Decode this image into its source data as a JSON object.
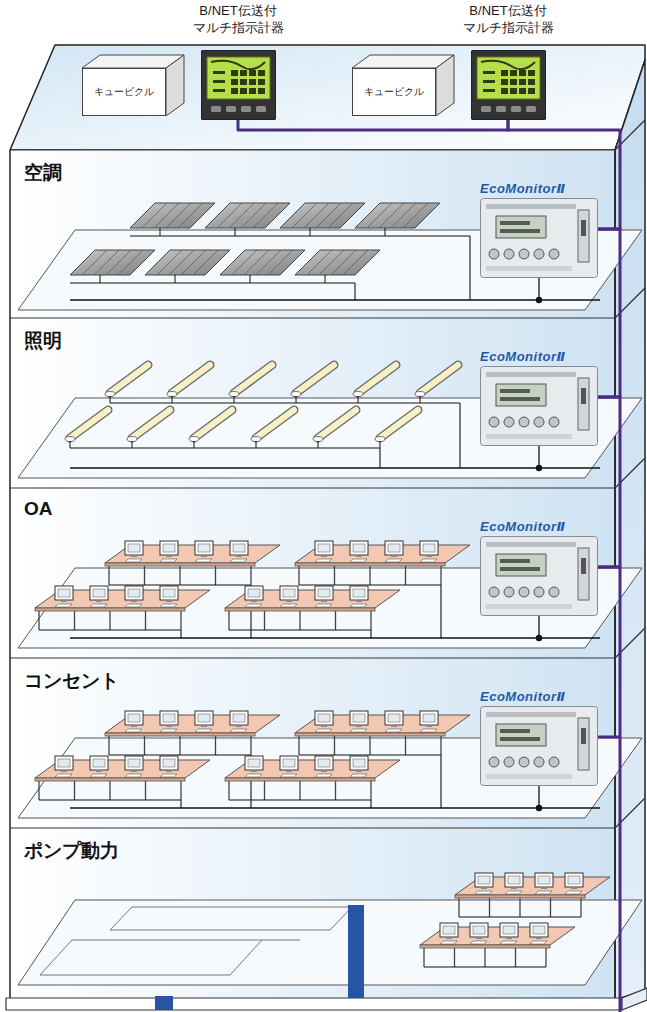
{
  "diagram": {
    "nodes": [
      {
        "text": [
          "キュービクル"
        ]
      },
      {
        "text": [
          "B/NET伝送付 マルチ指示計器"
        ]
      },
      {
        "text": [
          "キュービクル"
        ]
      },
      {
        "text": [
          "B/NET伝送付 マルチ指示計器"
        ]
      },
      {
        "text": [
          "空調"
        ]
      },
      {
        "text": [
          "EcoMonitorⅡ"
        ],
        "in": 4
      },
      {
        "text": [
          "照明"
        ]
      },
      {
        "text": [
          "EcoMonitorⅡ"
        ],
        "in": 6
      },
      {
        "text": [
          "OA"
        ]
      },
      {
        "text": [
          "EcoMonitorⅡ"
        ],
        "in": 8
      },
      {
        "text": [
          "コンセント"
        ]
      },
      {
        "text": [
          "EcoMonitorⅡ"
        ],
        "in": 10
      },
      {
        "text": [
          "ポンプ動力"
        ]
      }
    ],
    "edges": [
      {
        "from": 1,
        "to": 3,
        "arrow": "none"
      },
      {
        "from": 3,
        "to": 5,
        "arrow": "none"
      },
      {
        "from": 5,
        "to": 7,
        "arrow": "none"
      },
      {
        "from": 7,
        "to": 9,
        "arrow": "none"
      },
      {
        "from": 9,
        "to": 11,
        "arrow": "none"
      }
    ]
  }
}
